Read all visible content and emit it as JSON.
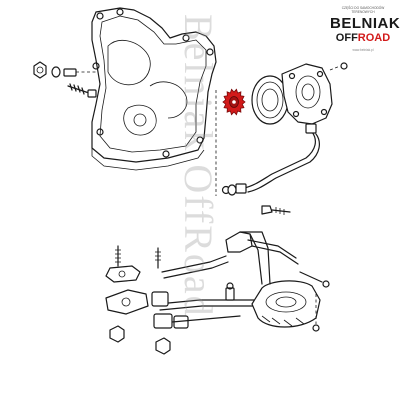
{
  "diagram": {
    "description_parts": [
      "timing-cover",
      "oil-pump-drive-gear",
      "oil-pump-body",
      "oil-line",
      "oil-pan-bracket"
    ],
    "highlight_color": "#d21a1a",
    "line_color": "#1a1a1a"
  },
  "watermark": {
    "text": "Belniak OffRoad"
  },
  "logo": {
    "caption": "CZĘŚCI DO SAMOCHODÓW TERENOWYCH",
    "name": "BELNIAK",
    "sub_off": "OFF",
    "sub_road": "ROAD",
    "url": "www.belniak.pl"
  }
}
